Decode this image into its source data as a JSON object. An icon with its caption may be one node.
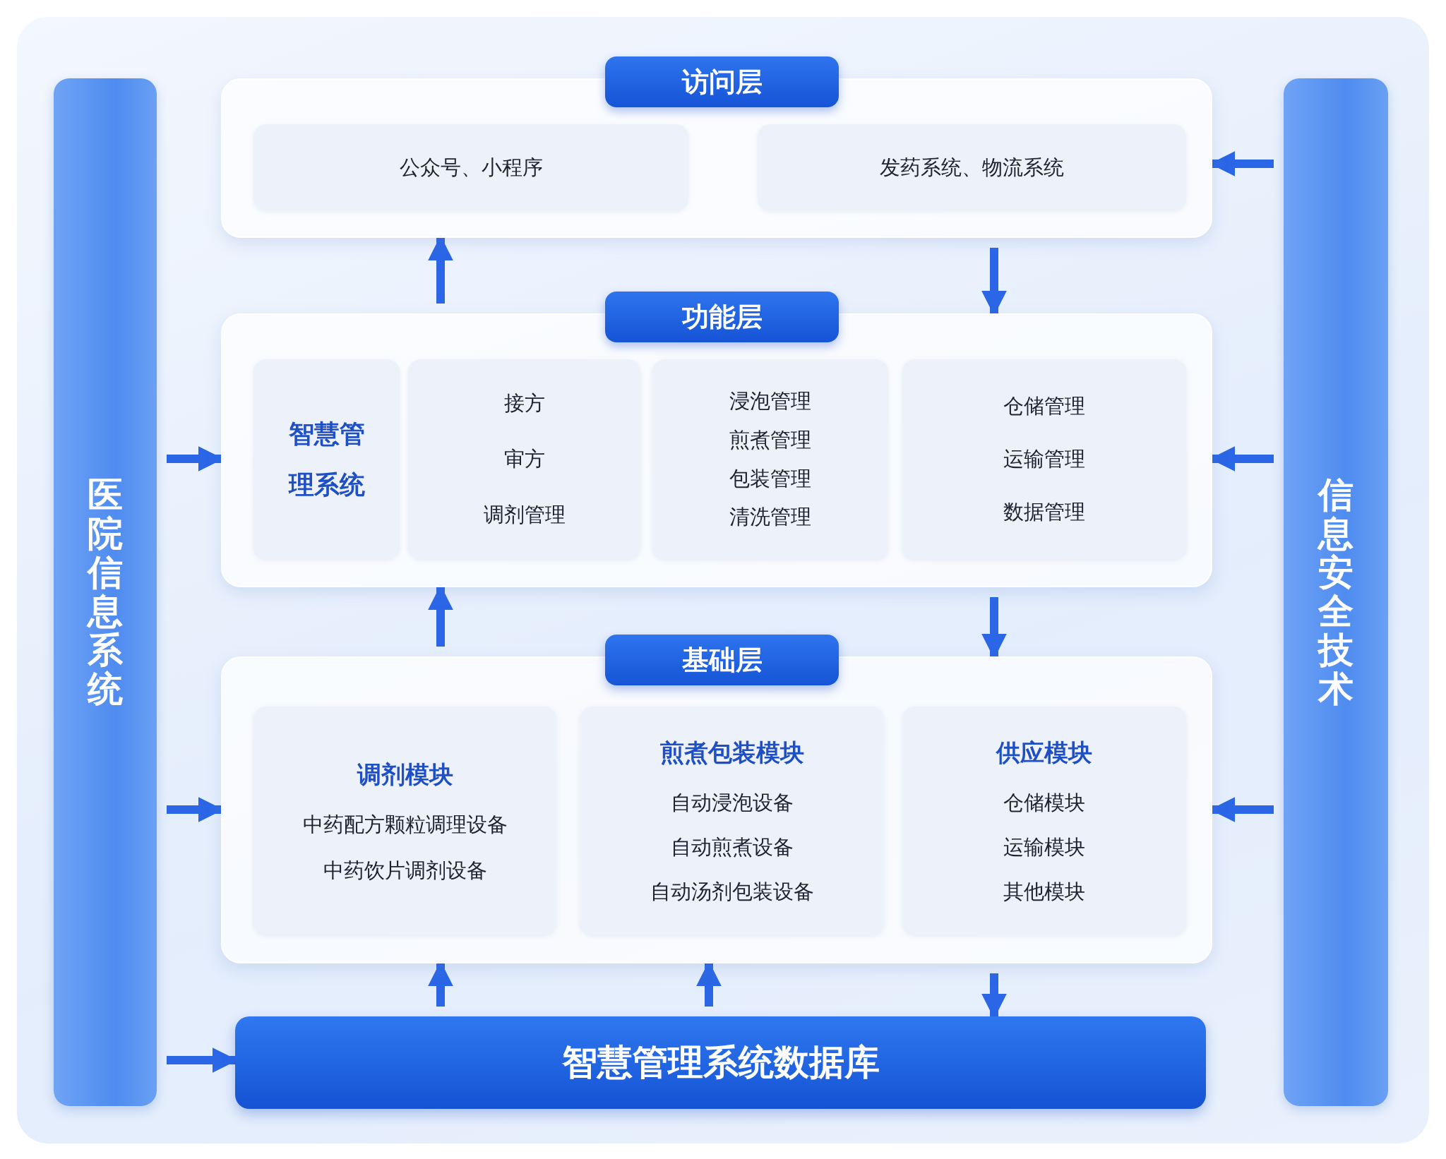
{
  "diagram": {
    "nodes": [
      {
        "text": [
          "医院信息系统"
        ]
      },
      {
        "text": [
          "信息安全技术"
        ]
      },
      {
        "text": [
          "访问层"
        ]
      },
      {
        "text": [
          "公众号、小程序"
        ],
        "in": 2
      },
      {
        "text": [
          "发药系统、物流系统"
        ],
        "in": 2
      },
      {
        "text": [
          "功能层"
        ]
      },
      {
        "text": [
          "智慧管理系统"
        ],
        "in": 5
      },
      {
        "text": [
          "接方",
          "审方",
          "调剂管理"
        ],
        "in": 5
      },
      {
        "text": [
          "浸泡管理",
          "煎煮管理",
          "包装管理",
          "清洗管理"
        ],
        "in": 5
      },
      {
        "text": [
          "仓储管理",
          "运输管理",
          "数据管理"
        ],
        "in": 5
      },
      {
        "text": [
          "基础层"
        ]
      },
      {
        "text": [
          "调剂模块",
          "中药配方颗粒调理设备",
          "中药饮片调剂设备"
        ],
        "in": 10
      },
      {
        "text": [
          "煎煮包装模块",
          "自动浸泡设备",
          "自动煎煮设备",
          "自动汤剂包装设备"
        ],
        "in": 10
      },
      {
        "text": [
          "供应模块",
          "仓储模块",
          "运输模块",
          "其他模块"
        ],
        "in": 10
      },
      {
        "text": [
          "智慧管理系统数据库"
        ]
      }
    ],
    "edges": [
      {
        "from": 5,
        "to": 2,
        "arrow": "to"
      },
      {
        "from": 2,
        "to": 5,
        "arrow": "to"
      },
      {
        "from": 10,
        "to": 5,
        "arrow": "to"
      },
      {
        "from": 5,
        "to": 10,
        "arrow": "to"
      },
      {
        "from": 14,
        "to": 10,
        "arrow": "to"
      },
      {
        "from": 14,
        "to": 10,
        "arrow": "to"
      },
      {
        "from": 10,
        "to": 14,
        "arrow": "to"
      },
      {
        "from": 0,
        "to": 5,
        "arrow": "to"
      },
      {
        "from": 0,
        "to": 10,
        "arrow": "to"
      },
      {
        "from": 0,
        "to": 14,
        "arrow": "to"
      },
      {
        "from": 1,
        "to": 2,
        "arrow": "to"
      },
      {
        "from": 1,
        "to": 5,
        "arrow": "to"
      },
      {
        "from": 1,
        "to": 10,
        "arrow": "to"
      }
    ]
  }
}
